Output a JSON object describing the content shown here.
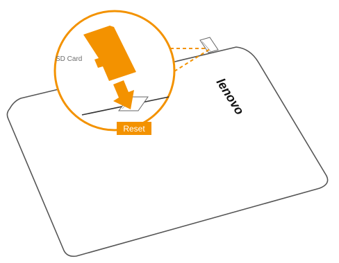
{
  "labels": {
    "sd_card": "SD Card",
    "reset": "Reset"
  },
  "logo": {
    "brand": "lenovo"
  },
  "colors": {
    "accent": "#F39200",
    "outline": "#555555",
    "paper": "#ffffff",
    "reset_text": "#ffffff",
    "sd_label": "#6d6d6d"
  }
}
